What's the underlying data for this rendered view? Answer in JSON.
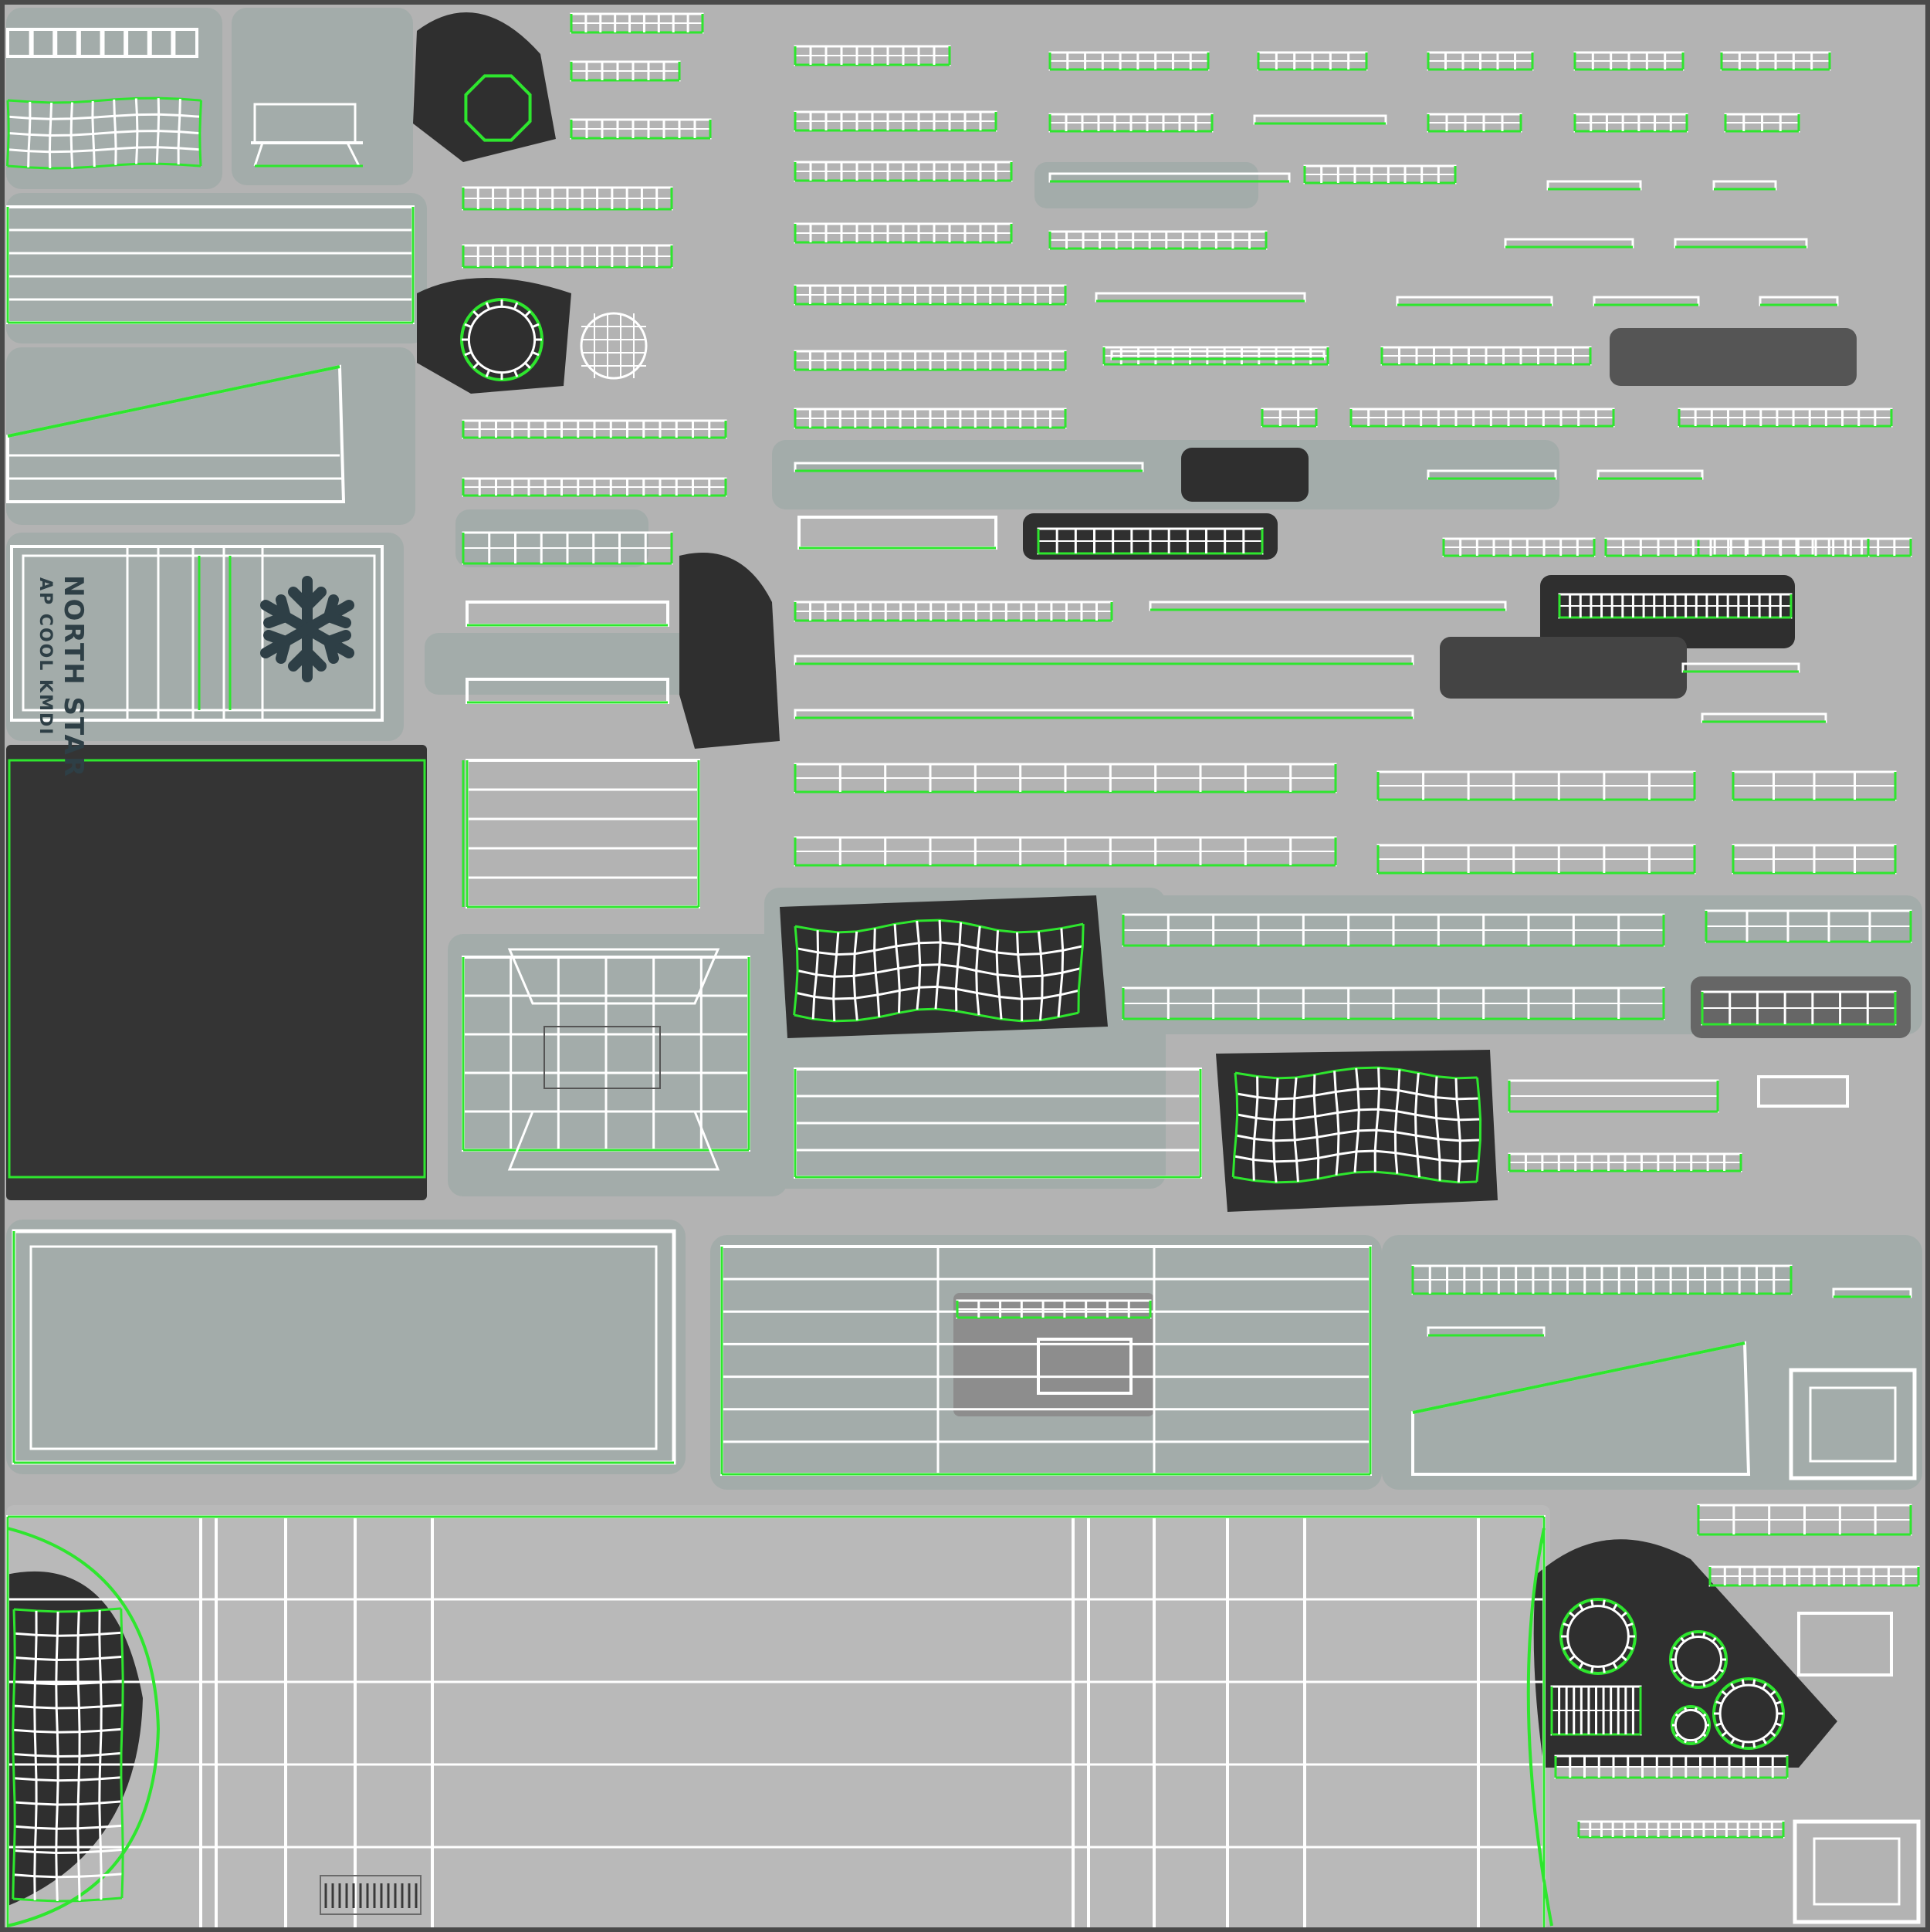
{
  "texture": {
    "type": "uv-layout-wireframe",
    "colors": {
      "background": "#b3b3b3",
      "frame": "#4a4a4a",
      "shell_light": "#a3acaa",
      "shell_dark": "#2f2f2f",
      "wire_white": "#ffffff",
      "seam_green": "#2ee62e",
      "decal_ink": "#2e3f46"
    },
    "decal": {
      "line1": "NORTH STAR",
      "line2": "AP COOL KMDI",
      "icon": "snowflake-icon"
    },
    "regions": [
      "top-left-handle-strip",
      "top-left-grille",
      "bracket-piece",
      "octagon-cap",
      "ring-cap",
      "sphere-knob",
      "long-rail-panel",
      "wedge-panel",
      "label-plate",
      "dark-back-panel",
      "frame-front-panel",
      "shelf-panel-grid",
      "center-box-unfold",
      "top-right-rail-rows",
      "mesh-patch-upper",
      "mesh-patch-lower",
      "bottom-body-unfold",
      "bottom-right-knob-cluster",
      "small-frame-squares"
    ]
  }
}
